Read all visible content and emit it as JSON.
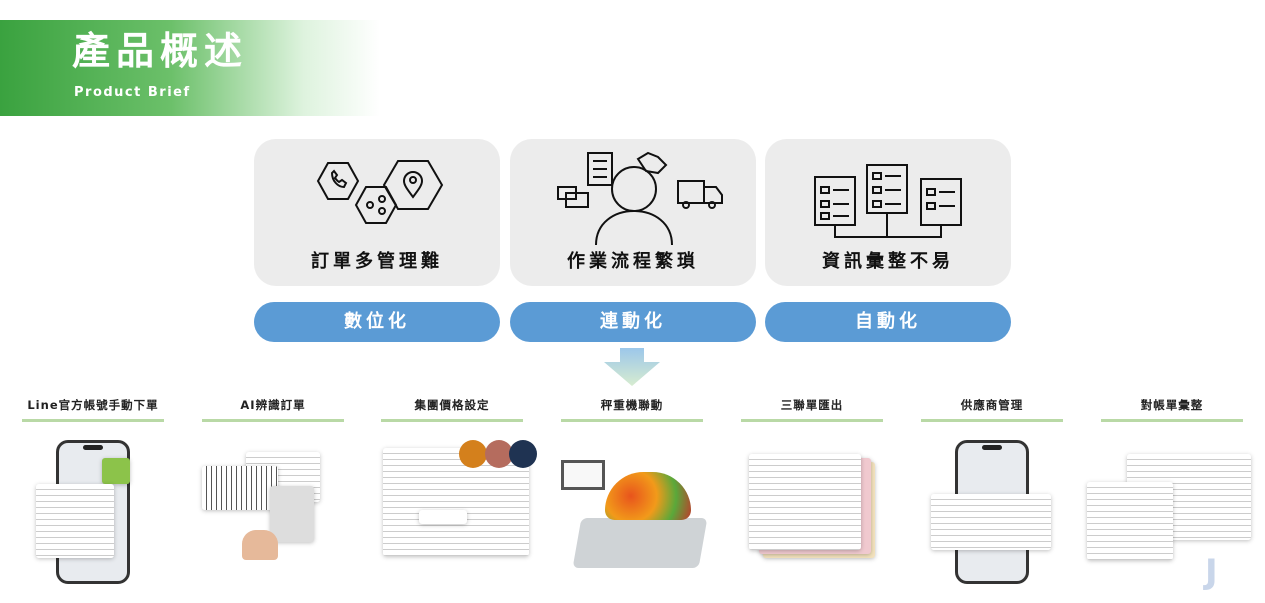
{
  "header": {
    "title": "產品概述",
    "subtitle": "Product Brief"
  },
  "problems": [
    {
      "label": "訂單多管理難",
      "icon": "order-hexagons-icon"
    },
    {
      "label": "作業流程繁瑣",
      "icon": "workflow-person-icon"
    },
    {
      "label": "資訊彙整不易",
      "icon": "info-docs-icon"
    }
  ],
  "solutions": [
    {
      "label": "數位化"
    },
    {
      "label": "連動化"
    },
    {
      "label": "自動化"
    }
  ],
  "features": [
    {
      "label": "Line官方帳號手動下單"
    },
    {
      "label": "AI辨識訂單"
    },
    {
      "label": "集團價格設定"
    },
    {
      "label": "秤重機聯動"
    },
    {
      "label": "三聯單匯出"
    },
    {
      "label": "供應商管理"
    },
    {
      "label": "對帳單彙整"
    }
  ],
  "colors": {
    "green": "#3aa23f",
    "blue": "#5b9bd5",
    "card": "#ececec"
  }
}
